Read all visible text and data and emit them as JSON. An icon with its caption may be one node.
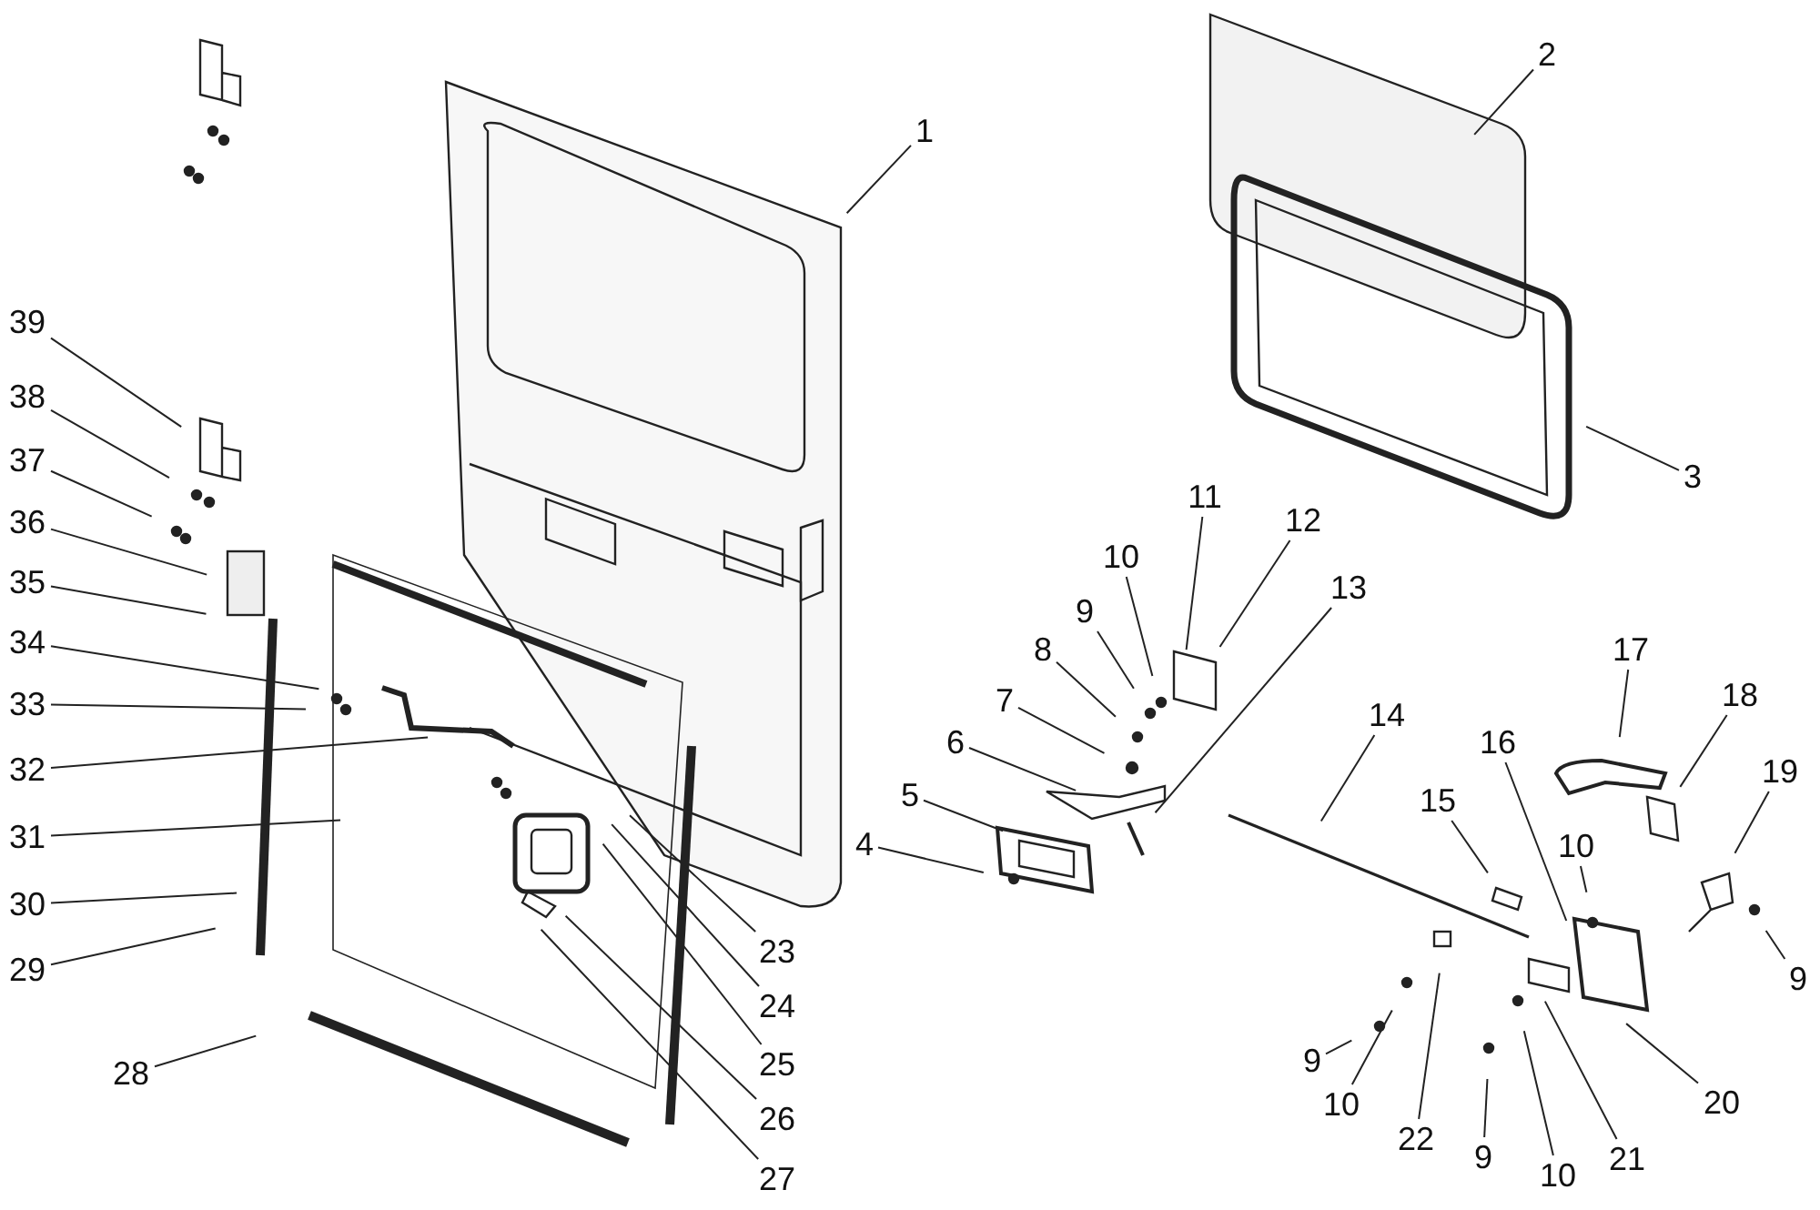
{
  "diagram": {
    "nodes": [
      {
        "text": [
          "1"
        ]
      },
      {
        "text": [
          "2"
        ]
      },
      {
        "text": [
          "3"
        ]
      },
      {
        "text": [
          "39"
        ]
      },
      {
        "text": [
          "38"
        ]
      },
      {
        "text": [
          "37"
        ]
      },
      {
        "text": [
          "36"
        ]
      },
      {
        "text": [
          "35"
        ]
      },
      {
        "text": [
          "34"
        ]
      },
      {
        "text": [
          "33"
        ]
      },
      {
        "text": [
          "32"
        ]
      },
      {
        "text": [
          "31"
        ]
      },
      {
        "text": [
          "30"
        ]
      },
      {
        "text": [
          "29"
        ]
      },
      {
        "text": [
          "28"
        ]
      },
      {
        "text": [
          "27"
        ]
      },
      {
        "text": [
          "26"
        ]
      },
      {
        "text": [
          "25"
        ]
      },
      {
        "text": [
          "24"
        ]
      },
      {
        "text": [
          "23"
        ]
      },
      {
        "text": [
          "4"
        ]
      },
      {
        "text": [
          "5"
        ]
      },
      {
        "text": [
          "6"
        ]
      },
      {
        "text": [
          "7"
        ]
      },
      {
        "text": [
          "8"
        ]
      },
      {
        "text": [
          "9"
        ]
      },
      {
        "text": [
          "10"
        ]
      },
      {
        "text": [
          "11"
        ]
      },
      {
        "text": [
          "12"
        ]
      },
      {
        "text": [
          "13"
        ]
      },
      {
        "text": [
          "14"
        ]
      },
      {
        "text": [
          "15"
        ]
      },
      {
        "text": [
          "16"
        ]
      },
      {
        "text": [
          "17"
        ]
      },
      {
        "text": [
          "18"
        ]
      },
      {
        "text": [
          "19"
        ]
      },
      {
        "text": [
          "10"
        ]
      },
      {
        "text": [
          "9"
        ]
      },
      {
        "text": [
          "20"
        ]
      },
      {
        "text": [
          "21"
        ]
      },
      {
        "text": [
          "9"
        ]
      },
      {
        "text": [
          "10"
        ]
      },
      {
        "text": [
          "22"
        ]
      },
      {
        "text": [
          "9"
        ]
      },
      {
        "text": [
          "10"
        ]
      }
    ],
    "edges": [
      {
        "from": 0,
        "to": null,
        "arrow": "none"
      },
      {
        "from": 1,
        "to": null,
        "arrow": "none"
      },
      {
        "from": 2,
        "to": null,
        "arrow": "none"
      },
      {
        "from": 3,
        "to": null,
        "arrow": "none"
      },
      {
        "from": 4,
        "to": null,
        "arrow": "none"
      },
      {
        "from": 5,
        "to": null,
        "arrow": "none"
      },
      {
        "from": 6,
        "to": null,
        "arrow": "none"
      },
      {
        "from": 7,
        "to": null,
        "arrow": "none"
      },
      {
        "from": 8,
        "to": null,
        "arrow": "none"
      },
      {
        "from": 9,
        "to": null,
        "arrow": "none"
      },
      {
        "from": 10,
        "to": null,
        "arrow": "none"
      },
      {
        "from": 11,
        "to": null,
        "arrow": "none"
      },
      {
        "from": 12,
        "to": null,
        "arrow": "none"
      },
      {
        "from": 13,
        "to": null,
        "arrow": "none"
      },
      {
        "from": 14,
        "to": null,
        "arrow": "none"
      },
      {
        "from": 15,
        "to": null,
        "arrow": "none"
      },
      {
        "from": 16,
        "to": null,
        "arrow": "none"
      },
      {
        "from": 17,
        "to": null,
        "arrow": "none"
      },
      {
        "from": 18,
        "to": null,
        "arrow": "none"
      },
      {
        "from": 19,
        "to": null,
        "arrow": "none"
      },
      {
        "from": 20,
        "to": null,
        "arrow": "none"
      },
      {
        "from": 21,
        "to": null,
        "arrow": "none"
      },
      {
        "from": 22,
        "to": null,
        "arrow": "none"
      },
      {
        "from": 23,
        "to": null,
        "arrow": "none"
      },
      {
        "from": 24,
        "to": null,
        "arrow": "none"
      },
      {
        "from": 25,
        "to": null,
        "arrow": "none"
      },
      {
        "from": 26,
        "to": null,
        "arrow": "none"
      },
      {
        "from": 27,
        "to": null,
        "arrow": "none"
      },
      {
        "from": 28,
        "to": null,
        "arrow": "none"
      },
      {
        "from": 29,
        "to": null,
        "arrow": "none"
      },
      {
        "from": 30,
        "to": null,
        "arrow": "none"
      },
      {
        "from": 31,
        "to": null,
        "arrow": "none"
      },
      {
        "from": 32,
        "to": null,
        "arrow": "none"
      },
      {
        "from": 33,
        "to": null,
        "arrow": "none"
      },
      {
        "from": 34,
        "to": null,
        "arrow": "none"
      },
      {
        "from": 35,
        "to": null,
        "arrow": "none"
      },
      {
        "from": 36,
        "to": null,
        "arrow": "none"
      },
      {
        "from": 37,
        "to": null,
        "arrow": "none"
      },
      {
        "from": 38,
        "to": null,
        "arrow": "none"
      },
      {
        "from": 39,
        "to": null,
        "arrow": "none"
      },
      {
        "from": 40,
        "to": null,
        "arrow": "none"
      },
      {
        "from": 41,
        "to": null,
        "arrow": "none"
      },
      {
        "from": 42,
        "to": null,
        "arrow": "none"
      },
      {
        "from": 43,
        "to": null,
        "arrow": "none"
      },
      {
        "from": 44,
        "to": null,
        "arrow": "none"
      }
    ]
  }
}
